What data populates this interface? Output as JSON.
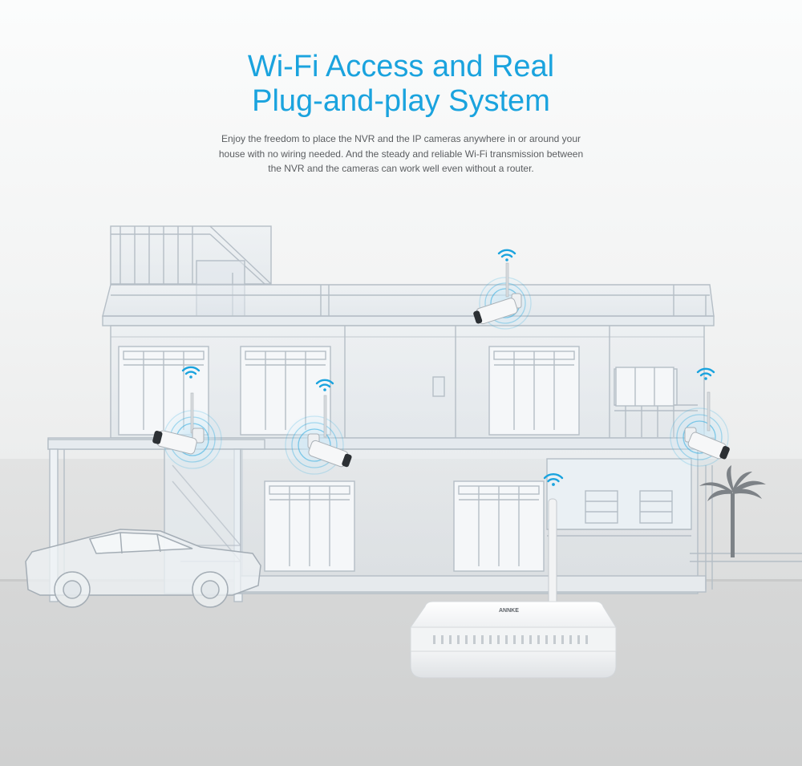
{
  "header": {
    "title_line1": "Wi-Fi Access and Real",
    "title_line2": "Plug-and-play System"
  },
  "description": {
    "line1": "Enjoy the freedom to place the NVR and the IP cameras anywhere in or around your",
    "line2": "house with no wiring needed. And the steady and reliable Wi-Fi transmission between",
    "line3": "the NVR and the cameras can work well even without a router."
  },
  "nvr": {
    "brand": "ANNKE"
  },
  "colors": {
    "accent": "#1aa3de",
    "structure": "#b7c0c8",
    "glass": "#dfe7ee",
    "device": "#f4f5f6"
  },
  "icons": [
    "wifi-icon",
    "camera-icon",
    "nvr-icon",
    "palm-tree-icon",
    "car-icon"
  ]
}
